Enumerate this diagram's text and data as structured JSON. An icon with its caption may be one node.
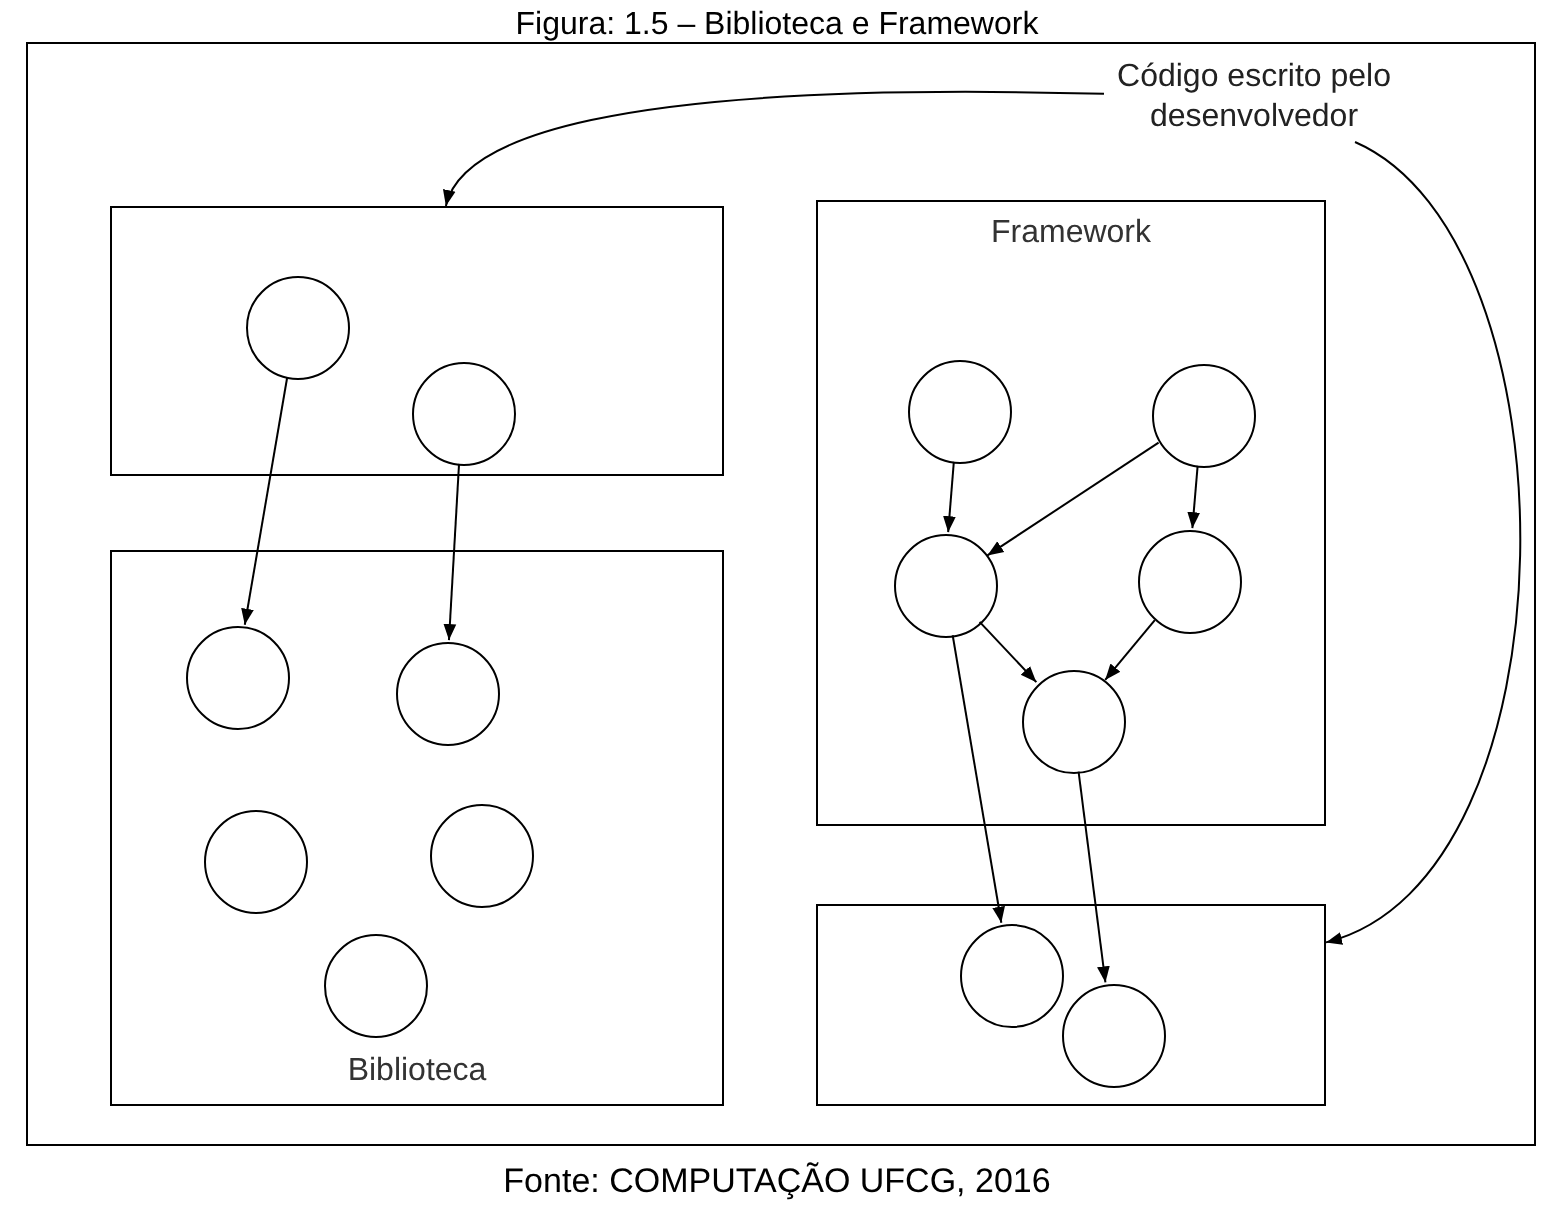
{
  "diagram": {
    "title": "Figura: 1.5 – Biblioteca e Framework",
    "caption": "Fonte: COMPUTAÇÃO UFCG, 2016",
    "nodes": [
      {
        "text": [
          "Código escrito pelo desenvolvedor"
        ]
      },
      {
        "text": [],
        "shape": "box"
      },
      {
        "text": [],
        "shape": "circle",
        "in": 1
      },
      {
        "text": [],
        "shape": "circle",
        "in": 1
      },
      {
        "text": [
          "Biblioteca"
        ]
      },
      {
        "text": [],
        "shape": "circle",
        "in": 4
      },
      {
        "text": [],
        "shape": "circle",
        "in": 4
      },
      {
        "text": [],
        "shape": "circle",
        "in": 4
      },
      {
        "text": [],
        "shape": "circle",
        "in": 4
      },
      {
        "text": [],
        "shape": "circle",
        "in": 4
      },
      {
        "text": [
          "Framework"
        ]
      },
      {
        "text": [],
        "shape": "circle",
        "in": 10
      },
      {
        "text": [],
        "shape": "circle",
        "in": 10
      },
      {
        "text": [],
        "shape": "circle",
        "in": 10
      },
      {
        "text": [],
        "shape": "circle",
        "in": 10
      },
      {
        "text": [],
        "shape": "circle",
        "in": 10
      },
      {
        "text": [],
        "shape": "box"
      },
      {
        "text": [],
        "shape": "circle",
        "in": 16
      },
      {
        "text": [],
        "shape": "circle",
        "in": 16
      }
    ],
    "edges": [
      {
        "from": 0,
        "to": 1,
        "arrow": "to"
      },
      {
        "from": 0,
        "to": 16,
        "arrow": "to"
      },
      {
        "from": 2,
        "to": 5,
        "arrow": "to"
      },
      {
        "from": 3,
        "to": 6,
        "arrow": "to"
      },
      {
        "from": 11,
        "to": 13,
        "arrow": "to"
      },
      {
        "from": 12,
        "to": 13,
        "arrow": "to"
      },
      {
        "from": 12,
        "to": 14,
        "arrow": "to"
      },
      {
        "from": 13,
        "to": 15,
        "arrow": "to"
      },
      {
        "from": 14,
        "to": 15,
        "arrow": "to"
      },
      {
        "from": 13,
        "to": 17,
        "arrow": "to"
      },
      {
        "from": 15,
        "to": 18,
        "arrow": "to"
      }
    ]
  }
}
